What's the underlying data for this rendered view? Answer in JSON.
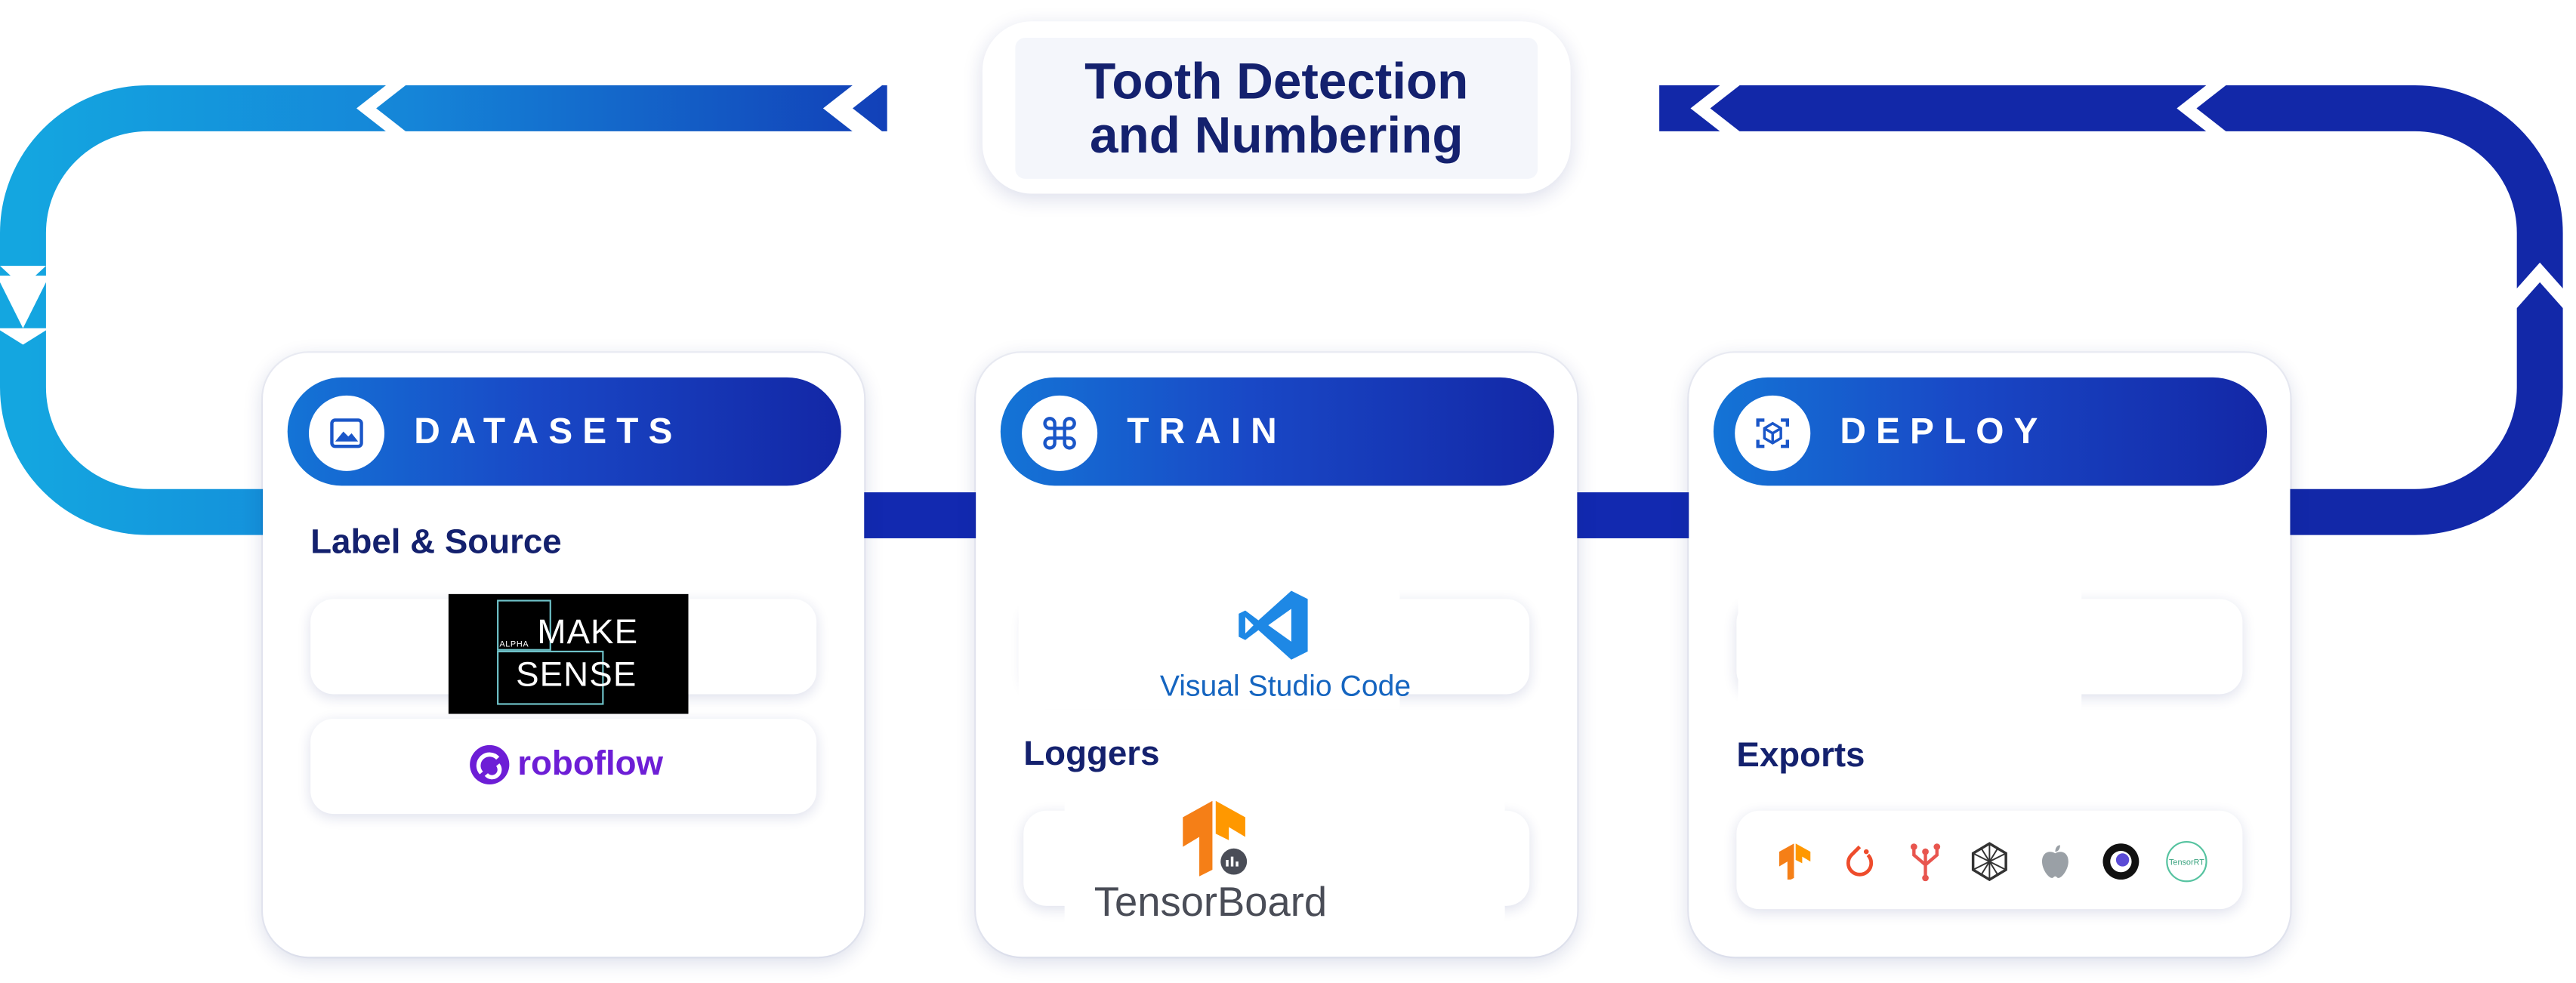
{
  "title": {
    "line1": "Tooth Detection",
    "line2": "and Numbering"
  },
  "stages": [
    {
      "label": "DATASETS",
      "icon": "image-icon"
    },
    {
      "label": "TRAIN",
      "icon": "command-icon"
    },
    {
      "label": "DEPLOY",
      "icon": "scan-cube-icon"
    }
  ],
  "datasets": {
    "section_label": "Label & Source",
    "makesense": {
      "line1": "MAKE",
      "line2": "SENSE",
      "alpha": "ALPHA"
    },
    "roboflow": "roboflow"
  },
  "train": {
    "ide": "Visual Studio Code",
    "loggers_label": "Loggers",
    "logger": "TensorBoard"
  },
  "deploy": {
    "exports_label": "Exports",
    "export_icons": [
      "tensorflow-icon",
      "pytorch-icon",
      "openvino-icon",
      "onnx-icon",
      "apple-icon",
      "paddle-icon",
      "tensorrt-icon"
    ],
    "tensorrt_text": "TensorRT"
  },
  "colors": {
    "arrow_cyan": "#14a6e0",
    "arrow_navy": "#1228a8",
    "title_text": "#14216e",
    "roboflow": "#6d1ed6",
    "vscode": "#1e88e5",
    "tensorflow_orange": "#f57f17"
  }
}
